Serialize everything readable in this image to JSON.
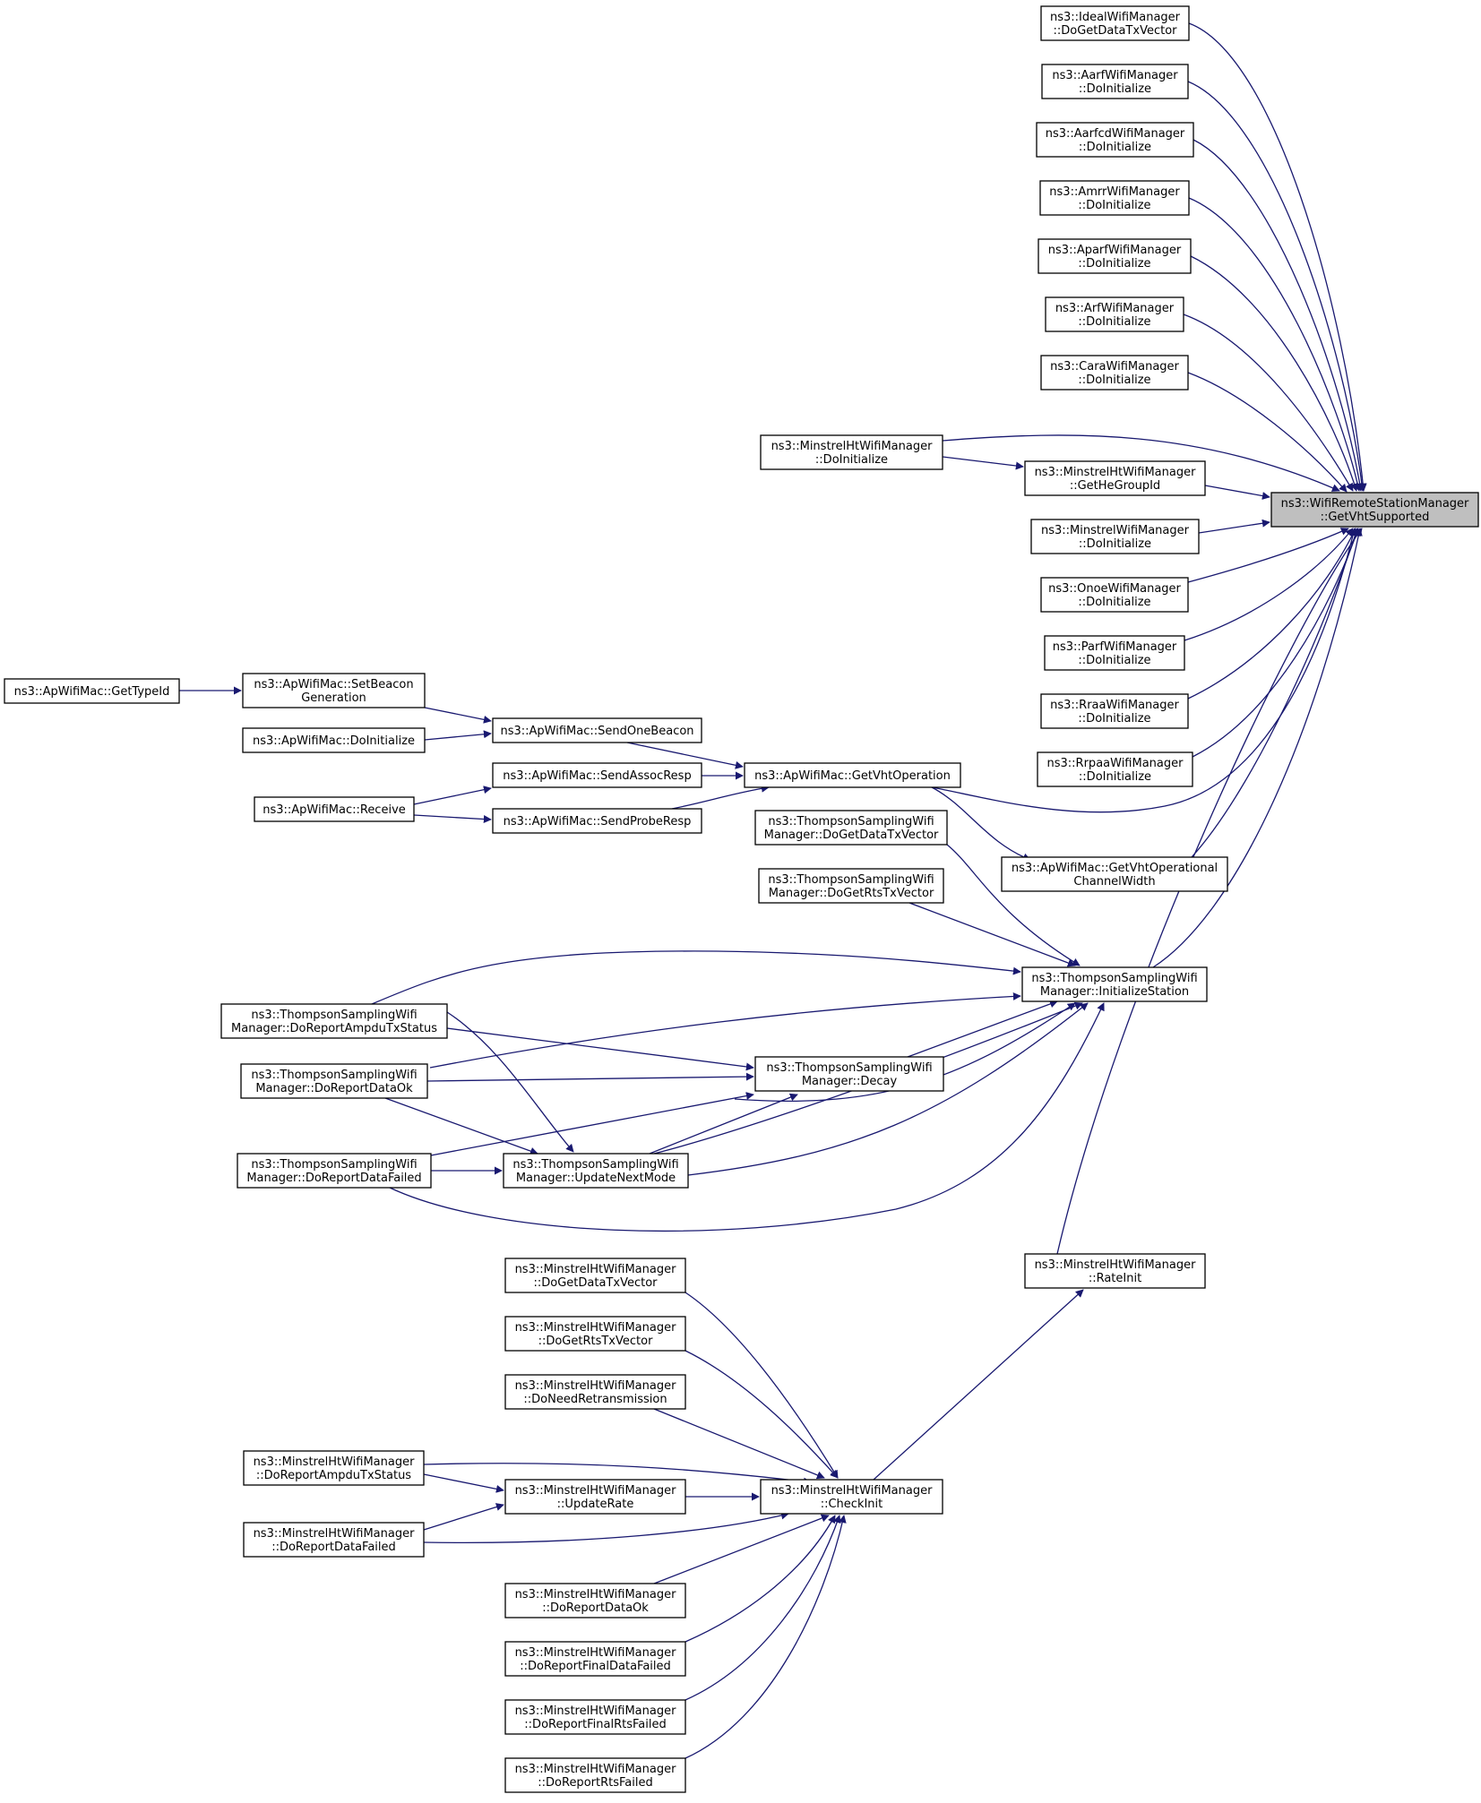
{
  "diagram": {
    "type": "caller-graph",
    "edge_color": "#191970",
    "root_fill": "#bfbfbf",
    "nodes": [
      {
        "id": "root",
        "lines": [
          "ns3::WifiRemoteStationManager",
          "::GetVhtSupported"
        ],
        "root": true
      },
      {
        "id": "ideal",
        "lines": [
          "ns3::IdealWifiManager",
          "::DoGetDataTxVector"
        ]
      },
      {
        "id": "aarf",
        "lines": [
          "ns3::AarfWifiManager",
          "::DoInitialize"
        ]
      },
      {
        "id": "aarfcd",
        "lines": [
          "ns3::AarfcdWifiManager",
          "::DoInitialize"
        ]
      },
      {
        "id": "amrr",
        "lines": [
          "ns3::AmrrWifiManager",
          "::DoInitialize"
        ]
      },
      {
        "id": "aparf",
        "lines": [
          "ns3::AparfWifiManager",
          "::DoInitialize"
        ]
      },
      {
        "id": "arf",
        "lines": [
          "ns3::ArfWifiManager",
          "::DoInitialize"
        ]
      },
      {
        "id": "cara",
        "lines": [
          "ns3::CaraWifiManager",
          "::DoInitialize"
        ]
      },
      {
        "id": "mht_init",
        "lines": [
          "ns3::MinstrelHtWifiManager",
          "::DoInitialize"
        ]
      },
      {
        "id": "mht_he",
        "lines": [
          "ns3::MinstrelHtWifiManager",
          "::GetHeGroupId"
        ]
      },
      {
        "id": "minstrel",
        "lines": [
          "ns3::MinstrelWifiManager",
          "::DoInitialize"
        ]
      },
      {
        "id": "onoe",
        "lines": [
          "ns3::OnoeWifiManager",
          "::DoInitialize"
        ]
      },
      {
        "id": "parf",
        "lines": [
          "ns3::ParfWifiManager",
          "::DoInitialize"
        ]
      },
      {
        "id": "rraa",
        "lines": [
          "ns3::RraaWifiManager",
          "::DoInitialize"
        ]
      },
      {
        "id": "rrpaa",
        "lines": [
          "ns3::RrpaaWifiManager",
          "::DoInitialize"
        ]
      },
      {
        "id": "ap_typeid",
        "lines": [
          "ns3::ApWifiMac::GetTypeId"
        ]
      },
      {
        "id": "ap_setbeacon",
        "lines": [
          "ns3::ApWifiMac::SetBeacon",
          "Generation"
        ]
      },
      {
        "id": "ap_doinit",
        "lines": [
          "ns3::ApWifiMac::DoInitialize"
        ]
      },
      {
        "id": "ap_sendbeacon",
        "lines": [
          "ns3::ApWifiMac::SendOneBeacon"
        ]
      },
      {
        "id": "ap_assoc",
        "lines": [
          "ns3::ApWifiMac::SendAssocResp"
        ]
      },
      {
        "id": "ap_receive",
        "lines": [
          "ns3::ApWifiMac::Receive"
        ]
      },
      {
        "id": "ap_probe",
        "lines": [
          "ns3::ApWifiMac::SendProbeResp"
        ]
      },
      {
        "id": "ap_vhtop",
        "lines": [
          "ns3::ApWifiMac::GetVhtOperation"
        ]
      },
      {
        "id": "ap_vhtcw",
        "lines": [
          "ns3::ApWifiMac::GetVhtOperational",
          "ChannelWidth"
        ]
      },
      {
        "id": "ts_data",
        "lines": [
          "ns3::ThompsonSamplingWifi",
          "Manager::DoGetDataTxVector"
        ]
      },
      {
        "id": "ts_rts",
        "lines": [
          "ns3::ThompsonSamplingWifi",
          "Manager::DoGetRtsTxVector"
        ]
      },
      {
        "id": "ts_initst",
        "lines": [
          "ns3::ThompsonSamplingWifi",
          "Manager::InitializeStation"
        ]
      },
      {
        "id": "ts_ampdu",
        "lines": [
          "ns3::ThompsonSamplingWifi",
          "Manager::DoReportAmpduTxStatus"
        ]
      },
      {
        "id": "ts_dataok",
        "lines": [
          "ns3::ThompsonSamplingWifi",
          "Manager::DoReportDataOk"
        ]
      },
      {
        "id": "ts_decay",
        "lines": [
          "ns3::ThompsonSamplingWifi",
          "Manager::Decay"
        ]
      },
      {
        "id": "ts_datafail",
        "lines": [
          "ns3::ThompsonSamplingWifi",
          "Manager::DoReportDataFailed"
        ]
      },
      {
        "id": "ts_update",
        "lines": [
          "ns3::ThompsonSamplingWifi",
          "Manager::UpdateNextMode"
        ]
      },
      {
        "id": "mht_rateinit",
        "lines": [
          "ns3::MinstrelHtWifiManager",
          "::RateInit"
        ]
      },
      {
        "id": "mht_gdata",
        "lines": [
          "ns3::MinstrelHtWifiManager",
          "::DoGetDataTxVector"
        ]
      },
      {
        "id": "mht_grts",
        "lines": [
          "ns3::MinstrelHtWifiManager",
          "::DoGetRtsTxVector"
        ]
      },
      {
        "id": "mht_retx",
        "lines": [
          "ns3::MinstrelHtWifiManager",
          "::DoNeedRetransmission"
        ]
      },
      {
        "id": "mht_ampdu",
        "lines": [
          "ns3::MinstrelHtWifiManager",
          "::DoReportAmpduTxStatus"
        ]
      },
      {
        "id": "mht_update",
        "lines": [
          "ns3::MinstrelHtWifiManager",
          "::UpdateRate"
        ]
      },
      {
        "id": "mht_checkinit",
        "lines": [
          "ns3::MinstrelHtWifiManager",
          "::CheckInit"
        ]
      },
      {
        "id": "mht_datafail",
        "lines": [
          "ns3::MinstrelHtWifiManager",
          "::DoReportDataFailed"
        ]
      },
      {
        "id": "mht_dataok",
        "lines": [
          "ns3::MinstrelHtWifiManager",
          "::DoReportDataOk"
        ]
      },
      {
        "id": "mht_finaldata",
        "lines": [
          "ns3::MinstrelHtWifiManager",
          "::DoReportFinalDataFailed"
        ]
      },
      {
        "id": "mht_finalrts",
        "lines": [
          "ns3::MinstrelHtWifiManager",
          "::DoReportFinalRtsFailed"
        ]
      },
      {
        "id": "mht_rtsfail",
        "lines": [
          "ns3::MinstrelHtWifiManager",
          "::DoReportRtsFailed"
        ]
      }
    ]
  }
}
